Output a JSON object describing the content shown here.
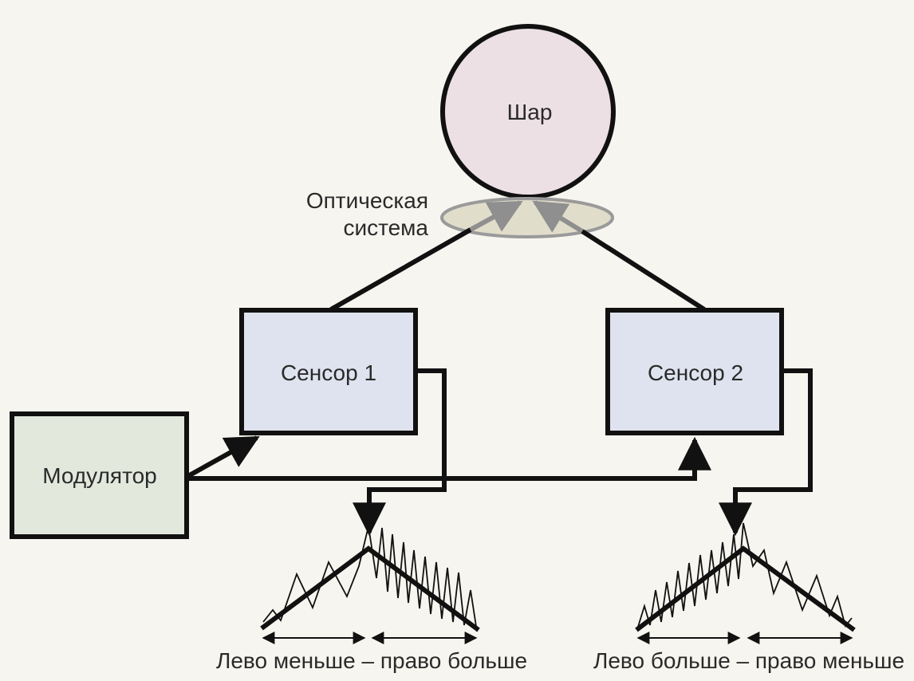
{
  "diagram": {
    "ball": {
      "label": "Шар",
      "fill": "#ede0e4",
      "stroke": "#111111"
    },
    "optics": {
      "label_line1": "Оптическая",
      "label_line2": "система",
      "fill": "#ddd8c4",
      "stroke": "#9a9a9a"
    },
    "sensor1": {
      "label": "Сенсор 1",
      "fill": "#dfe3ef"
    },
    "sensor2": {
      "label": "Сенсор 2",
      "fill": "#dfe3ef"
    },
    "modulator": {
      "label": "Модулятор",
      "fill": "#e3e8dd"
    },
    "waveform1": {
      "caption": "Лево меньше – право больше"
    },
    "waveform2": {
      "caption": "Лево больше – право меньше"
    },
    "colors": {
      "background": "#f7f5ef",
      "line": "#111111",
      "optic_arrow": "#8f8f8f"
    }
  }
}
